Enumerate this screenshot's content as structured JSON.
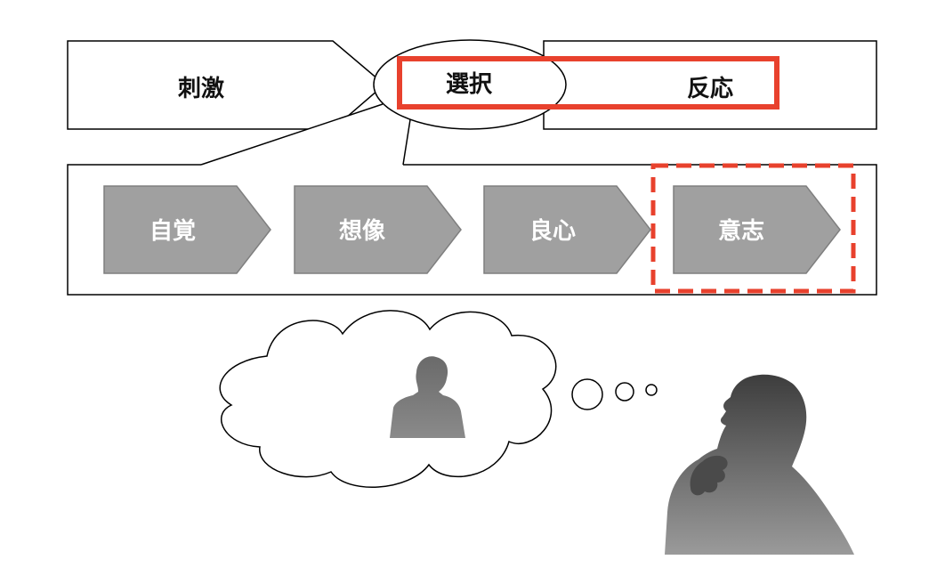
{
  "flow": {
    "stimulus": "刺激",
    "choice": "選択",
    "response": "反応"
  },
  "faculties": [
    {
      "label": "自覚",
      "highlighted": false
    },
    {
      "label": "想像",
      "highlighted": false
    },
    {
      "label": "良心",
      "highlighted": false
    },
    {
      "label": "意志",
      "highlighted": true
    }
  ],
  "colors": {
    "highlight": "#e8412d",
    "chevron_fill": "#a0a0a0",
    "chevron_stroke": "#7f7f7f",
    "outline": "#000000",
    "silhouette_top": "#3d3d3d",
    "silhouette_bottom": "#9a9a9a"
  },
  "icons": {
    "thinking_person": "thinking-person-silhouette-icon",
    "imagined_person": "person-silhouette-icon",
    "thought_cloud": "thought-bubble-cloud"
  }
}
